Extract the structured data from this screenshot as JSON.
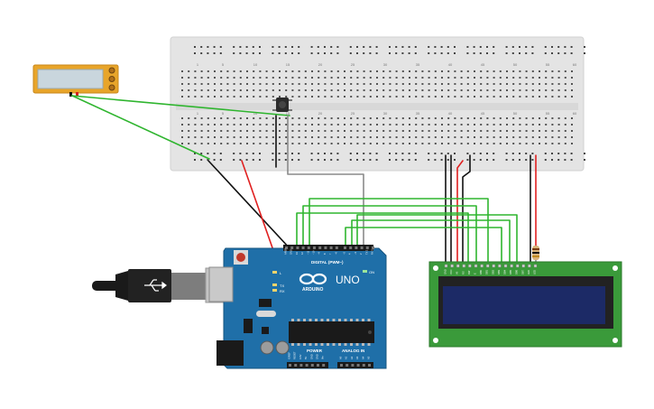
{
  "breadboard": {
    "column_numbers": [
      "1",
      "5",
      "10",
      "15",
      "20",
      "25",
      "30",
      "35",
      "40",
      "45",
      "50",
      "55",
      "60"
    ]
  },
  "arduino": {
    "logo_text": "ARDUINO",
    "model": "UNO",
    "digital_header": "DIGITAL (PWM~)",
    "power_header": "POWER",
    "analog_header": "ANALOG IN",
    "on_label": "ON",
    "tx_label": "TX",
    "rx_label": "RX",
    "l_label": "L",
    "digital_pins": [
      "AREF",
      "GND",
      "13",
      "12",
      "~11",
      "~10",
      "~9",
      "8",
      "7",
      "~6",
      "~5",
      "4",
      "~3",
      "2",
      "TX 1",
      "RX 0"
    ],
    "power_pins": [
      "IOREF",
      "RESET",
      "3.3V",
      "5V",
      "GND",
      "GND",
      "Vin"
    ],
    "analog_pins": [
      "A0",
      "A1",
      "A2",
      "A3",
      "A4",
      "A5"
    ]
  },
  "lcd": {
    "pin_labels": [
      "GND",
      "VCC",
      "V0",
      "RS",
      "RW",
      "E",
      "DB0",
      "DB1",
      "DB2",
      "DB3",
      "DB4",
      "DB5",
      "DB6",
      "DB7",
      "LED",
      "LED"
    ]
  },
  "colors": {
    "wire_green": "#2fb52f",
    "wire_red": "#e02020",
    "wire_black": "#111111",
    "wire_gray": "#8a8a8a",
    "arduino_blue": "#1f6fa8",
    "lcd_green": "#3a9a3a",
    "lcd_screen": "#1c2a66",
    "breadboard": "#e4e4e4"
  }
}
